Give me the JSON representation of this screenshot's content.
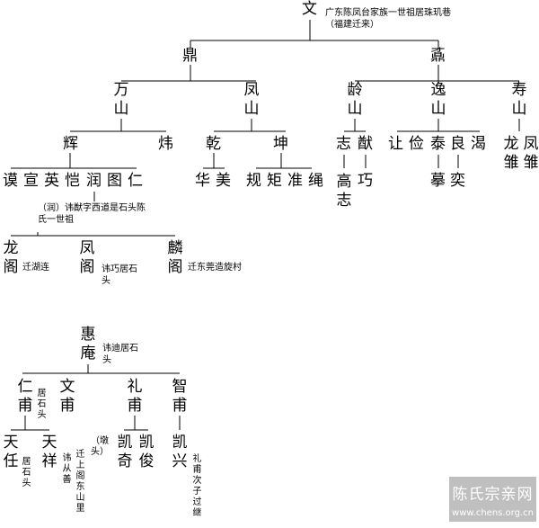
{
  "root": {
    "name": "文",
    "note": "广东陈凤台家族一世祖居珠玑巷（福建迁来）"
  },
  "gen2": [
    "鼎",
    "鼒"
  ],
  "gen3": [
    "万山",
    "凤山",
    "龄山",
    "逸山",
    "寿山"
  ],
  "gen4": [
    "辉",
    "炜",
    "乾",
    "坤",
    "志",
    "猷",
    "让",
    "俭",
    "泰",
    "良",
    "渴",
    "龙雏",
    "凤雏"
  ],
  "gen5": [
    "谟",
    "宣",
    "英",
    "恺",
    "润",
    "图",
    "仁",
    "华",
    "美",
    "规",
    "矩",
    "准",
    "绳"
  ],
  "gen5b": [
    "高志",
    "巧",
    "摹",
    "奕"
  ],
  "note_xian": "（润）讳猷字西道是石头陈氏一世祖",
  "gen6": [
    {
      "name": "龙阁",
      "note": "迁湖连"
    },
    {
      "name": "凤阁",
      "note": "讳巧居石头"
    },
    {
      "name": "麟阁",
      "note": "迁东莞造旋村"
    }
  ],
  "hui": {
    "name": "惠庵",
    "note": "讳迪居石头"
  },
  "gen8": [
    {
      "name": "仁甫",
      "note": "居石头"
    },
    {
      "name": "文甫",
      "note": ""
    },
    {
      "name": "礼甫",
      "note": ""
    },
    {
      "name": "智甫",
      "note": ""
    }
  ],
  "gen9": [
    {
      "name": "天任",
      "note": "居石头"
    },
    {
      "name": "天祥",
      "note": "讳从善"
    },
    {
      "name": "",
      "note": "迁上阁东山里"
    },
    {
      "name": "",
      "note": "（墩头）"
    },
    {
      "name": "凯奇",
      "note": ""
    },
    {
      "name": "凯俊",
      "note": ""
    },
    {
      "name": "凯兴",
      "note": "礼甫次子过继"
    }
  ],
  "watermark": {
    "title": "陈氏宗亲网",
    "url": "www.chens.org.cn"
  }
}
